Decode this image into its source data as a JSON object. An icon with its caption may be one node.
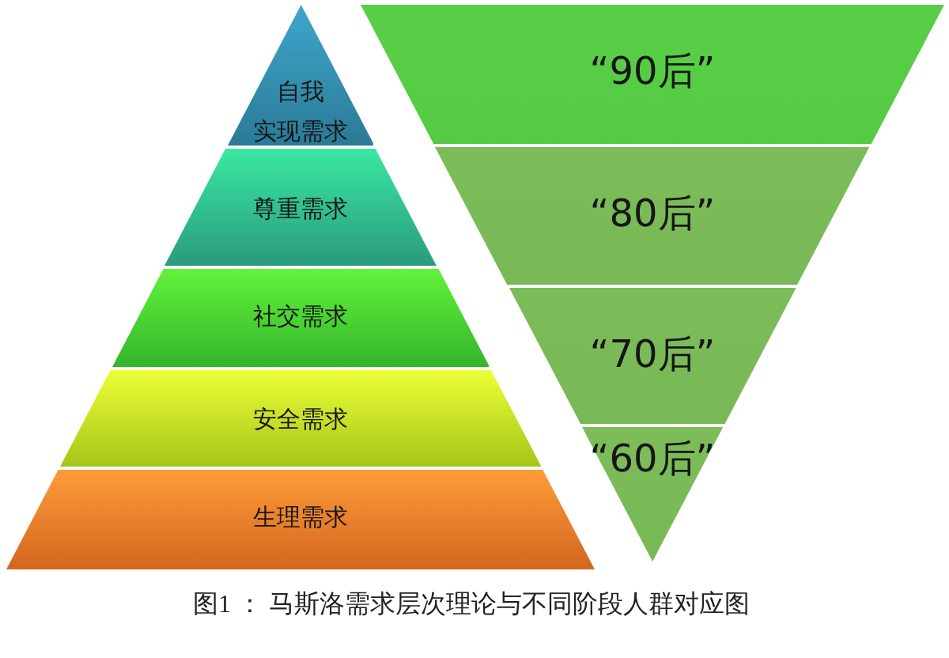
{
  "diagram": {
    "caption": "图1 ： 马斯洛需求层次理论与不同阶段人群对应图",
    "nodes": [
      {
        "text": [
          "自我实现需求"
        ]
      },
      {
        "text": [
          "尊重需求"
        ]
      },
      {
        "text": [
          "社交需求"
        ]
      },
      {
        "text": [
          "安全需求"
        ]
      },
      {
        "text": [
          "生理需求"
        ]
      },
      {
        "text": [
          "“90后”"
        ]
      },
      {
        "text": [
          "“80后”"
        ]
      },
      {
        "text": [
          "“70后”"
        ]
      },
      {
        "text": [
          "“60后”"
        ]
      }
    ]
  }
}
